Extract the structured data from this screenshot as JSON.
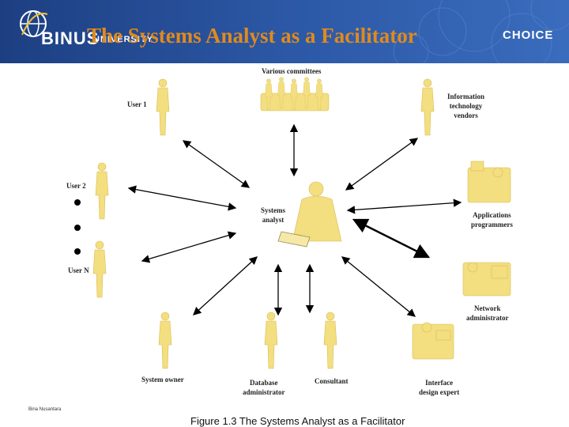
{
  "header": {
    "logo_word": "BINUS",
    "logo_sub": "UNIVERSITY",
    "right_word": "CHOICE",
    "slide_title": "The Systems Analyst as a Facilitator"
  },
  "diagram": {
    "center_label": "Systems\nanalyst",
    "nodes": {
      "committees": "Various committees",
      "user1": "User 1",
      "user2": "User 2",
      "usern": "User N",
      "it_vendors": "Information\ntechnology\nvendors",
      "app_programmers": "Applications\nprogrammers",
      "network_admin": "Network\nadministrator",
      "interface_expert": "Interface\ndesign expert",
      "consultant": "Consultant",
      "db_admin": "Database\nadministrator",
      "system_owner": "System owner"
    }
  },
  "footer": {
    "left_text": "Bina Nusantara",
    "caption": "Figure 1.3  The Systems Analyst as a Facilitator"
  },
  "colors": {
    "header_blue": "#1d3f82",
    "title_orange": "#e08a1e",
    "figure_yellow": "#f3de80",
    "arrow": "#000000"
  }
}
